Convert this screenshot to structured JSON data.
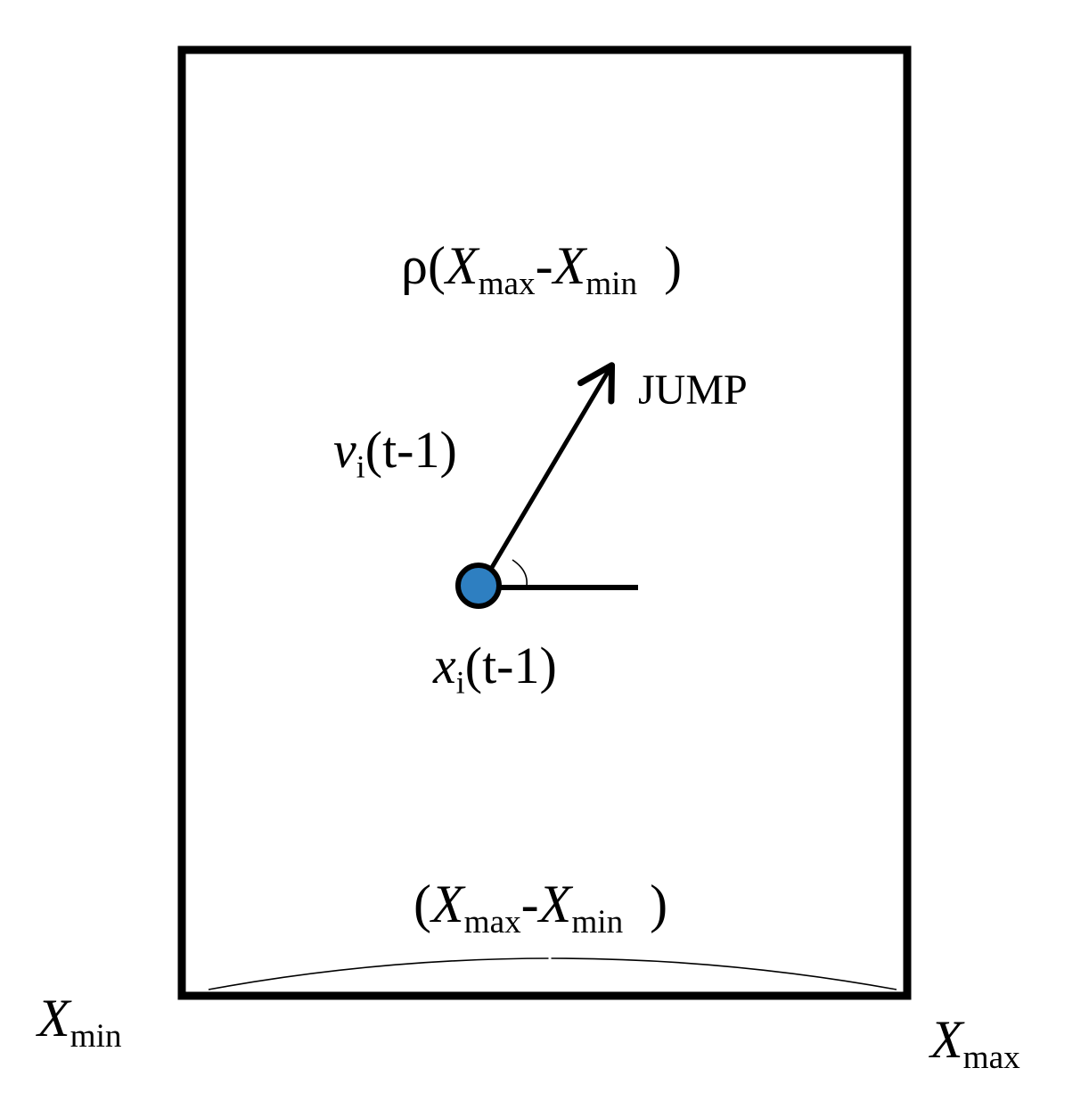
{
  "labels": {
    "rho_range": {
      "prefix": "ρ(",
      "var1": "X",
      "sub1": "max",
      "dash": "-",
      "var2": "X",
      "sub2": "min",
      "suffix": ")"
    },
    "jump": "JUMP",
    "velocity": {
      "var": "v",
      "sub": "i",
      "arg": "(t-1)"
    },
    "position": {
      "var": "x",
      "sub": "i",
      "arg": "(t-1)"
    },
    "range": {
      "prefix": "(",
      "var1": "X",
      "sub1": "max",
      "dash": "-",
      "var2": "X",
      "sub2": "min",
      "suffix": ")"
    },
    "x_min": {
      "var": "X",
      "sub": "min"
    },
    "x_max": {
      "var": "X",
      "sub": "max"
    }
  },
  "colors": {
    "particle_fill": "#2e7fc1",
    "stroke": "#000000",
    "background": "#ffffff"
  }
}
